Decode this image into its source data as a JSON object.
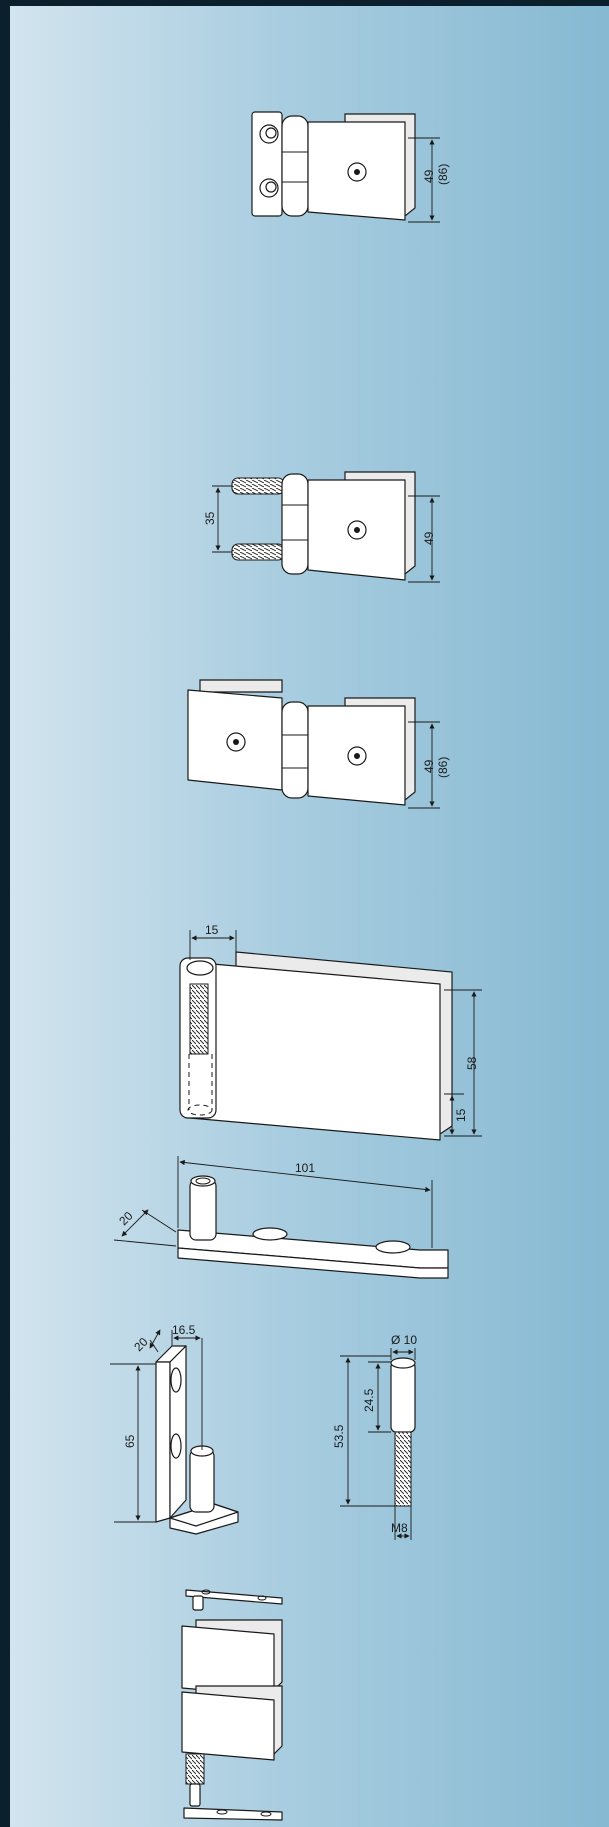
{
  "drawings": {
    "hinge_wall_plate": {
      "height": "49",
      "height_alt": "(86)"
    },
    "hinge_studs": {
      "stud_spacing": "35",
      "height": "49"
    },
    "hinge_glass_glass": {
      "height": "49",
      "height_alt": "(86)"
    },
    "pivot_clamp": {
      "top_offset": "15",
      "height": "58",
      "bottom_offset": "15"
    },
    "floor_plate": {
      "length": "101",
      "width": "20"
    },
    "angle_bracket": {
      "depth": "20",
      "offset": "16.5",
      "height": "65"
    },
    "pivot_pin": {
      "diameter": "Ø 10",
      "sleeve_length": "24.5",
      "total_length": "53.5",
      "thread": "M8"
    }
  }
}
